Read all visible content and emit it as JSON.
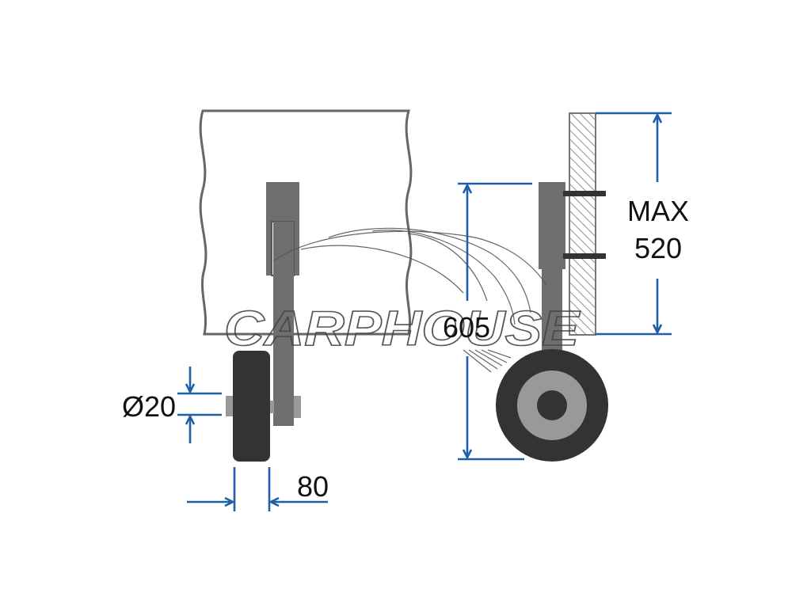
{
  "diagram": {
    "dimensions": {
      "max_label": "MAX",
      "max_value": "520",
      "height_value": "605",
      "axle_diameter": "Ø20",
      "wheel_width": "80"
    },
    "watermark": {
      "text": "CARPHOUSE"
    },
    "colors": {
      "dimension_line": "#1f5fa8",
      "part_dark": "#333333",
      "part_mid": "#6f6f6f",
      "part_light": "#999999",
      "outline": "#666666"
    }
  }
}
